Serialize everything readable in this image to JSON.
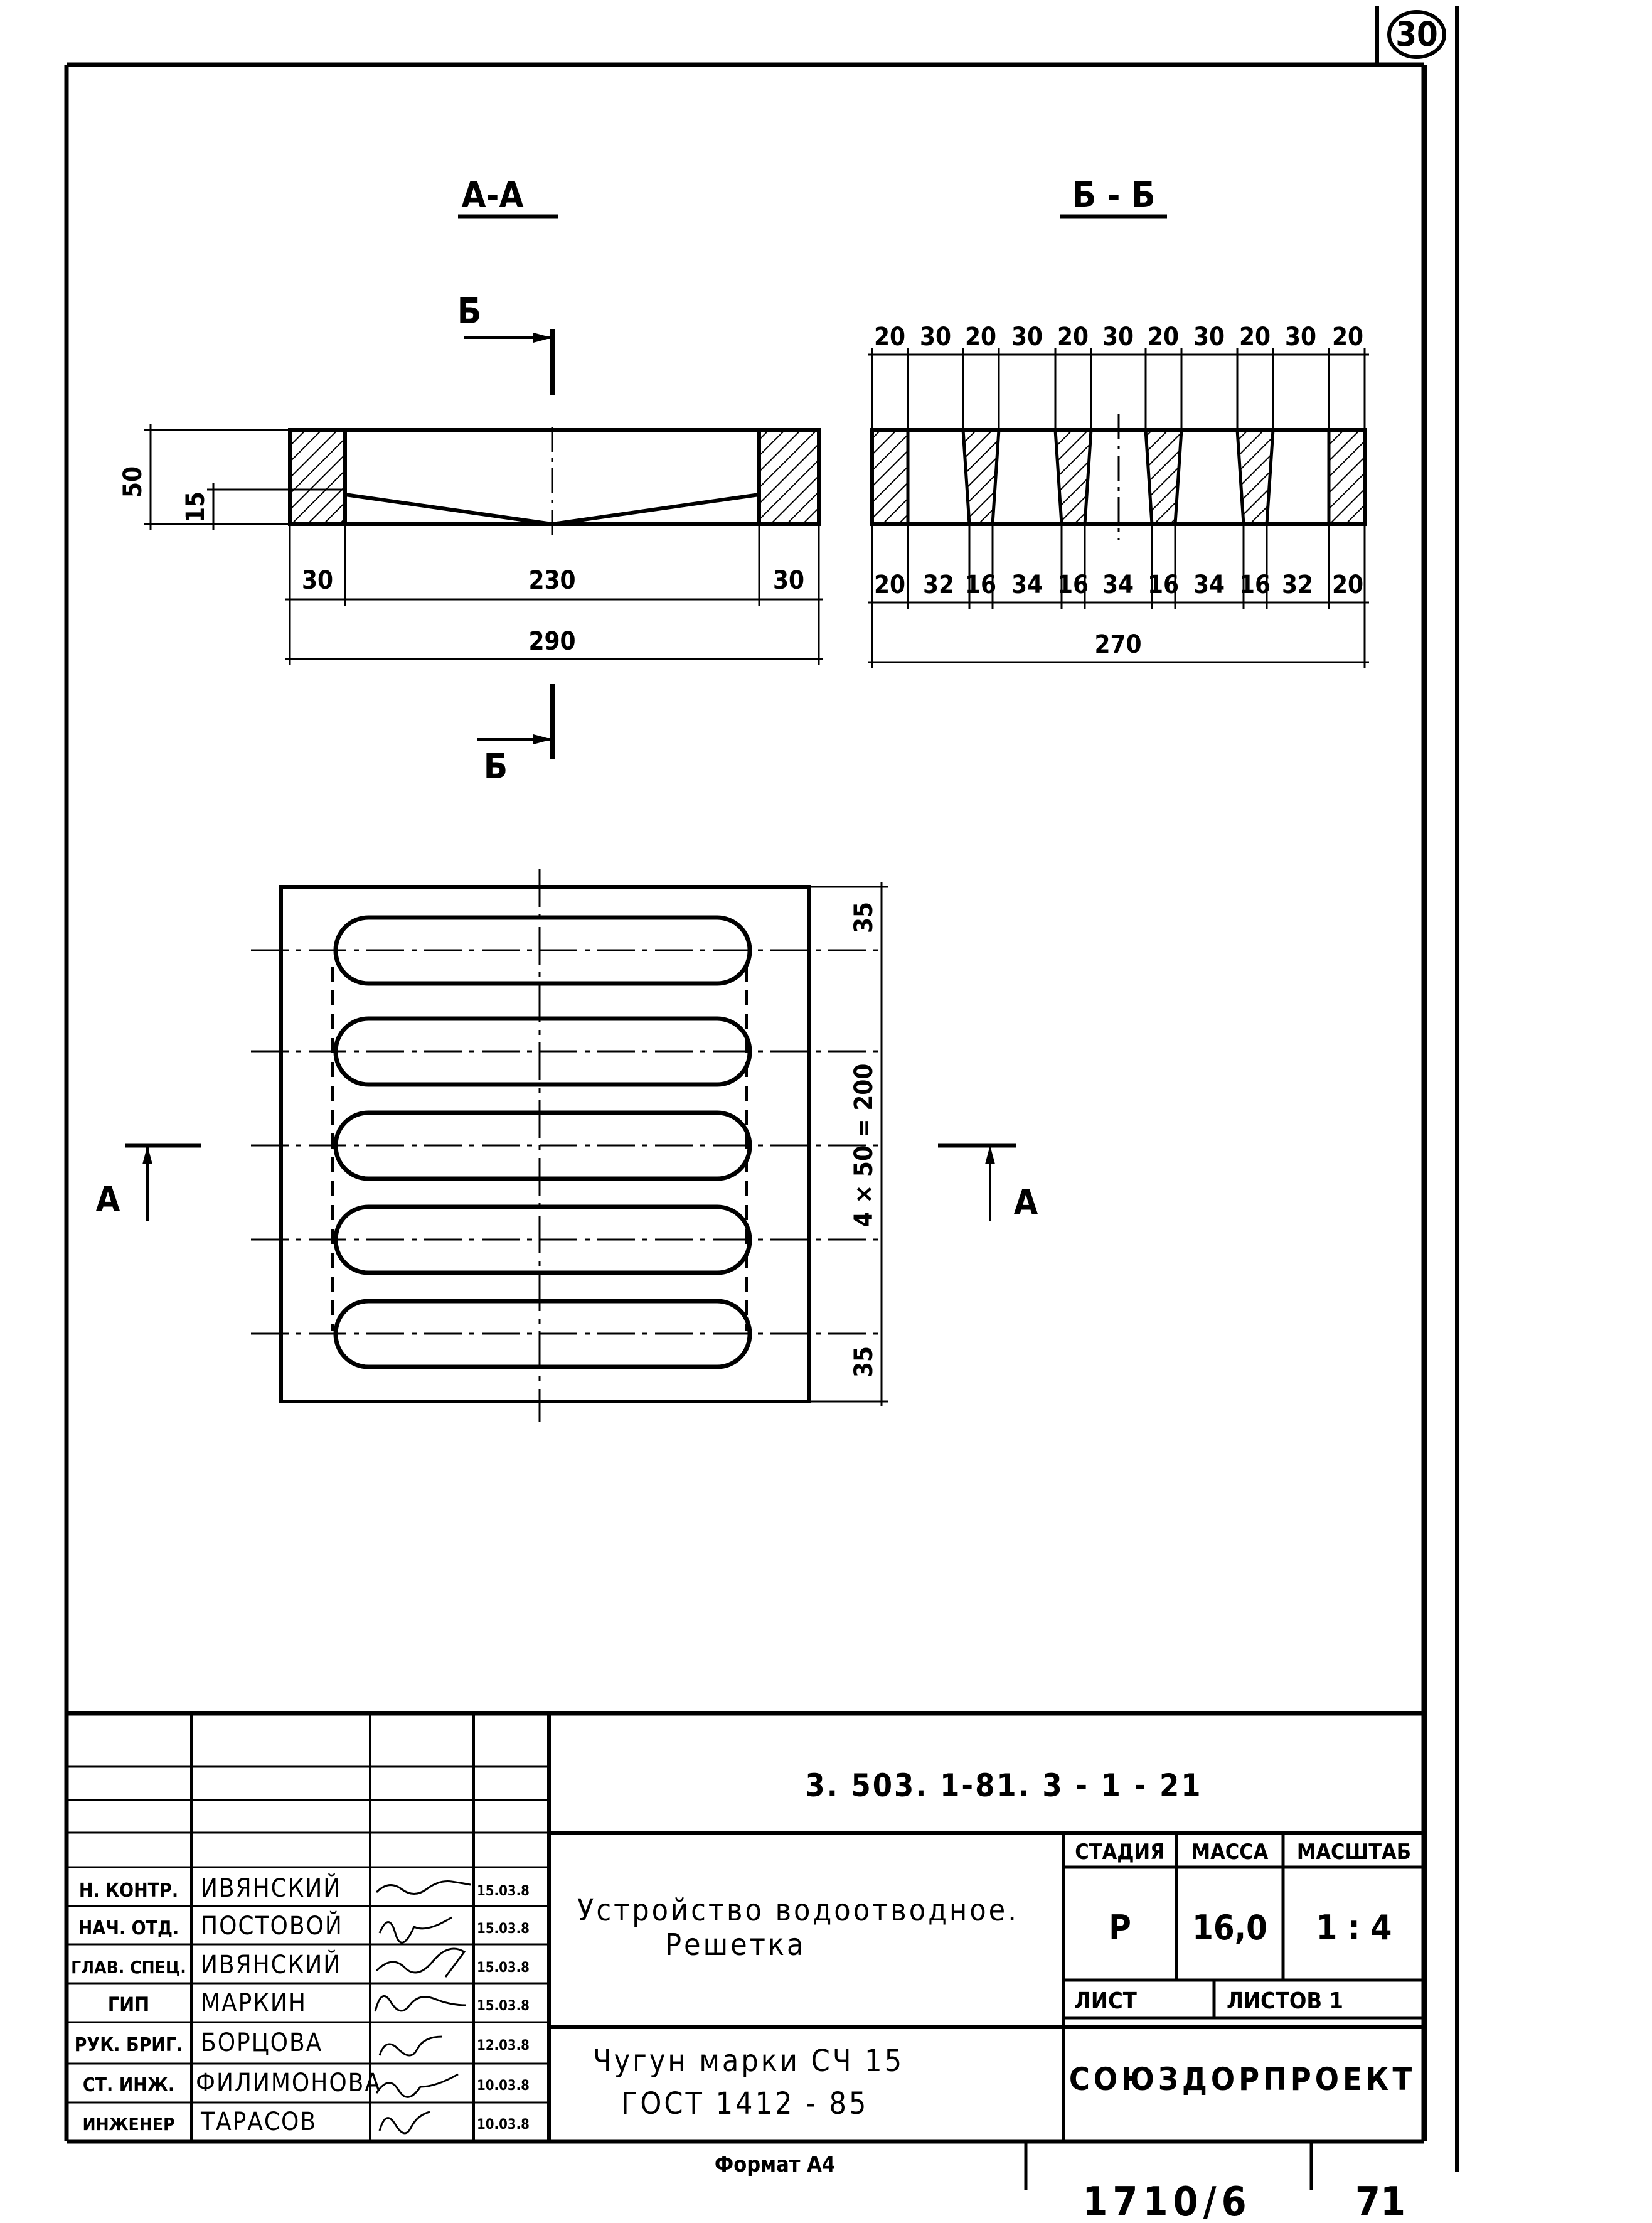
{
  "sheet_number": "30",
  "sections": {
    "aa_title": "А-А",
    "bb_title": "Б - Б",
    "cut_b_label": "Б",
    "cut_a_label": "А"
  },
  "section_aa_dims": {
    "height": "50",
    "inner": "15",
    "left": "30",
    "mid": "230",
    "right": "30",
    "total": "290"
  },
  "section_bb_dims": {
    "top": [
      "20",
      "30",
      "20",
      "30",
      "20",
      "30",
      "20",
      "30",
      "20",
      "30",
      "20"
    ],
    "bottom": [
      "20",
      "32",
      "16",
      "34",
      "16",
      "34",
      "16",
      "34",
      "16",
      "32",
      "20"
    ],
    "total": "270"
  },
  "plan_dims": {
    "top": "35",
    "middle": "4 × 50 = 200",
    "bottom": "35"
  },
  "title_block": {
    "code": "3. 503. 1-81. 3 - 1 - 21",
    "title_line1": "Устройство водоотводное.",
    "title_line2": "Решетка",
    "material_line1": "Чугун марки СЧ 15",
    "material_line2": "ГОСТ 1412 - 85",
    "stage_header": "СТАДИЯ",
    "mass_header": "МАССА",
    "scale_header": "МАСШТАБ",
    "stage": "Р",
    "mass": "16,0",
    "scale": "1 : 4",
    "sheet_label": "ЛИСТ",
    "sheets_label": "ЛИСТОВ 1",
    "organization": "СОЮЗДОРПРОЕКТ",
    "staff": [
      {
        "role": "Н. КОНТР.",
        "name": "ИВЯНСКИЙ",
        "date": "15.03.8"
      },
      {
        "role": "НАЧ. ОТД.",
        "name": "ПОСТОВОЙ",
        "date": "15.03.8"
      },
      {
        "role": "ГЛАВ. СПЕЦ.",
        "name": "ИВЯНСКИЙ",
        "date": "15.03.8"
      },
      {
        "role": "ГИП",
        "name": "МАРКИН",
        "date": "15.03.8"
      },
      {
        "role": "РУК. БРИГ.",
        "name": "БОРЦОВА",
        "date": "12.03.8"
      },
      {
        "role": "СТ. ИНЖ.",
        "name": "ФИЛИМОНОВА",
        "date": "10.03.8"
      },
      {
        "role": "ИНЖЕНЕР",
        "name": "ТАРАСОВ",
        "date": "10.03.8"
      }
    ]
  },
  "footer": {
    "format": "Формат А4",
    "inventory": "1710/6",
    "page": "71"
  }
}
